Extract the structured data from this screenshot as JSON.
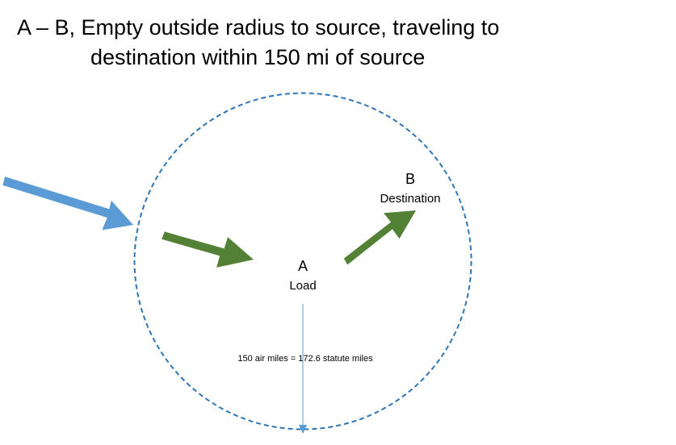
{
  "title": {
    "line1": "A – B,  Empty outside radius to source, traveling to",
    "line2": "destination within 150 mi of source"
  },
  "points": {
    "a": {
      "letter": "A",
      "name": "Load"
    },
    "b": {
      "letter": "B",
      "name": "Destination"
    }
  },
  "radius_label": "150 air miles = 172.6 statute miles",
  "colors": {
    "circle": "#2E75B6",
    "inbound_arrow": "#5B9BD5",
    "loaded_arrow": "#538135",
    "radius_line": "#5B9BD5"
  }
}
